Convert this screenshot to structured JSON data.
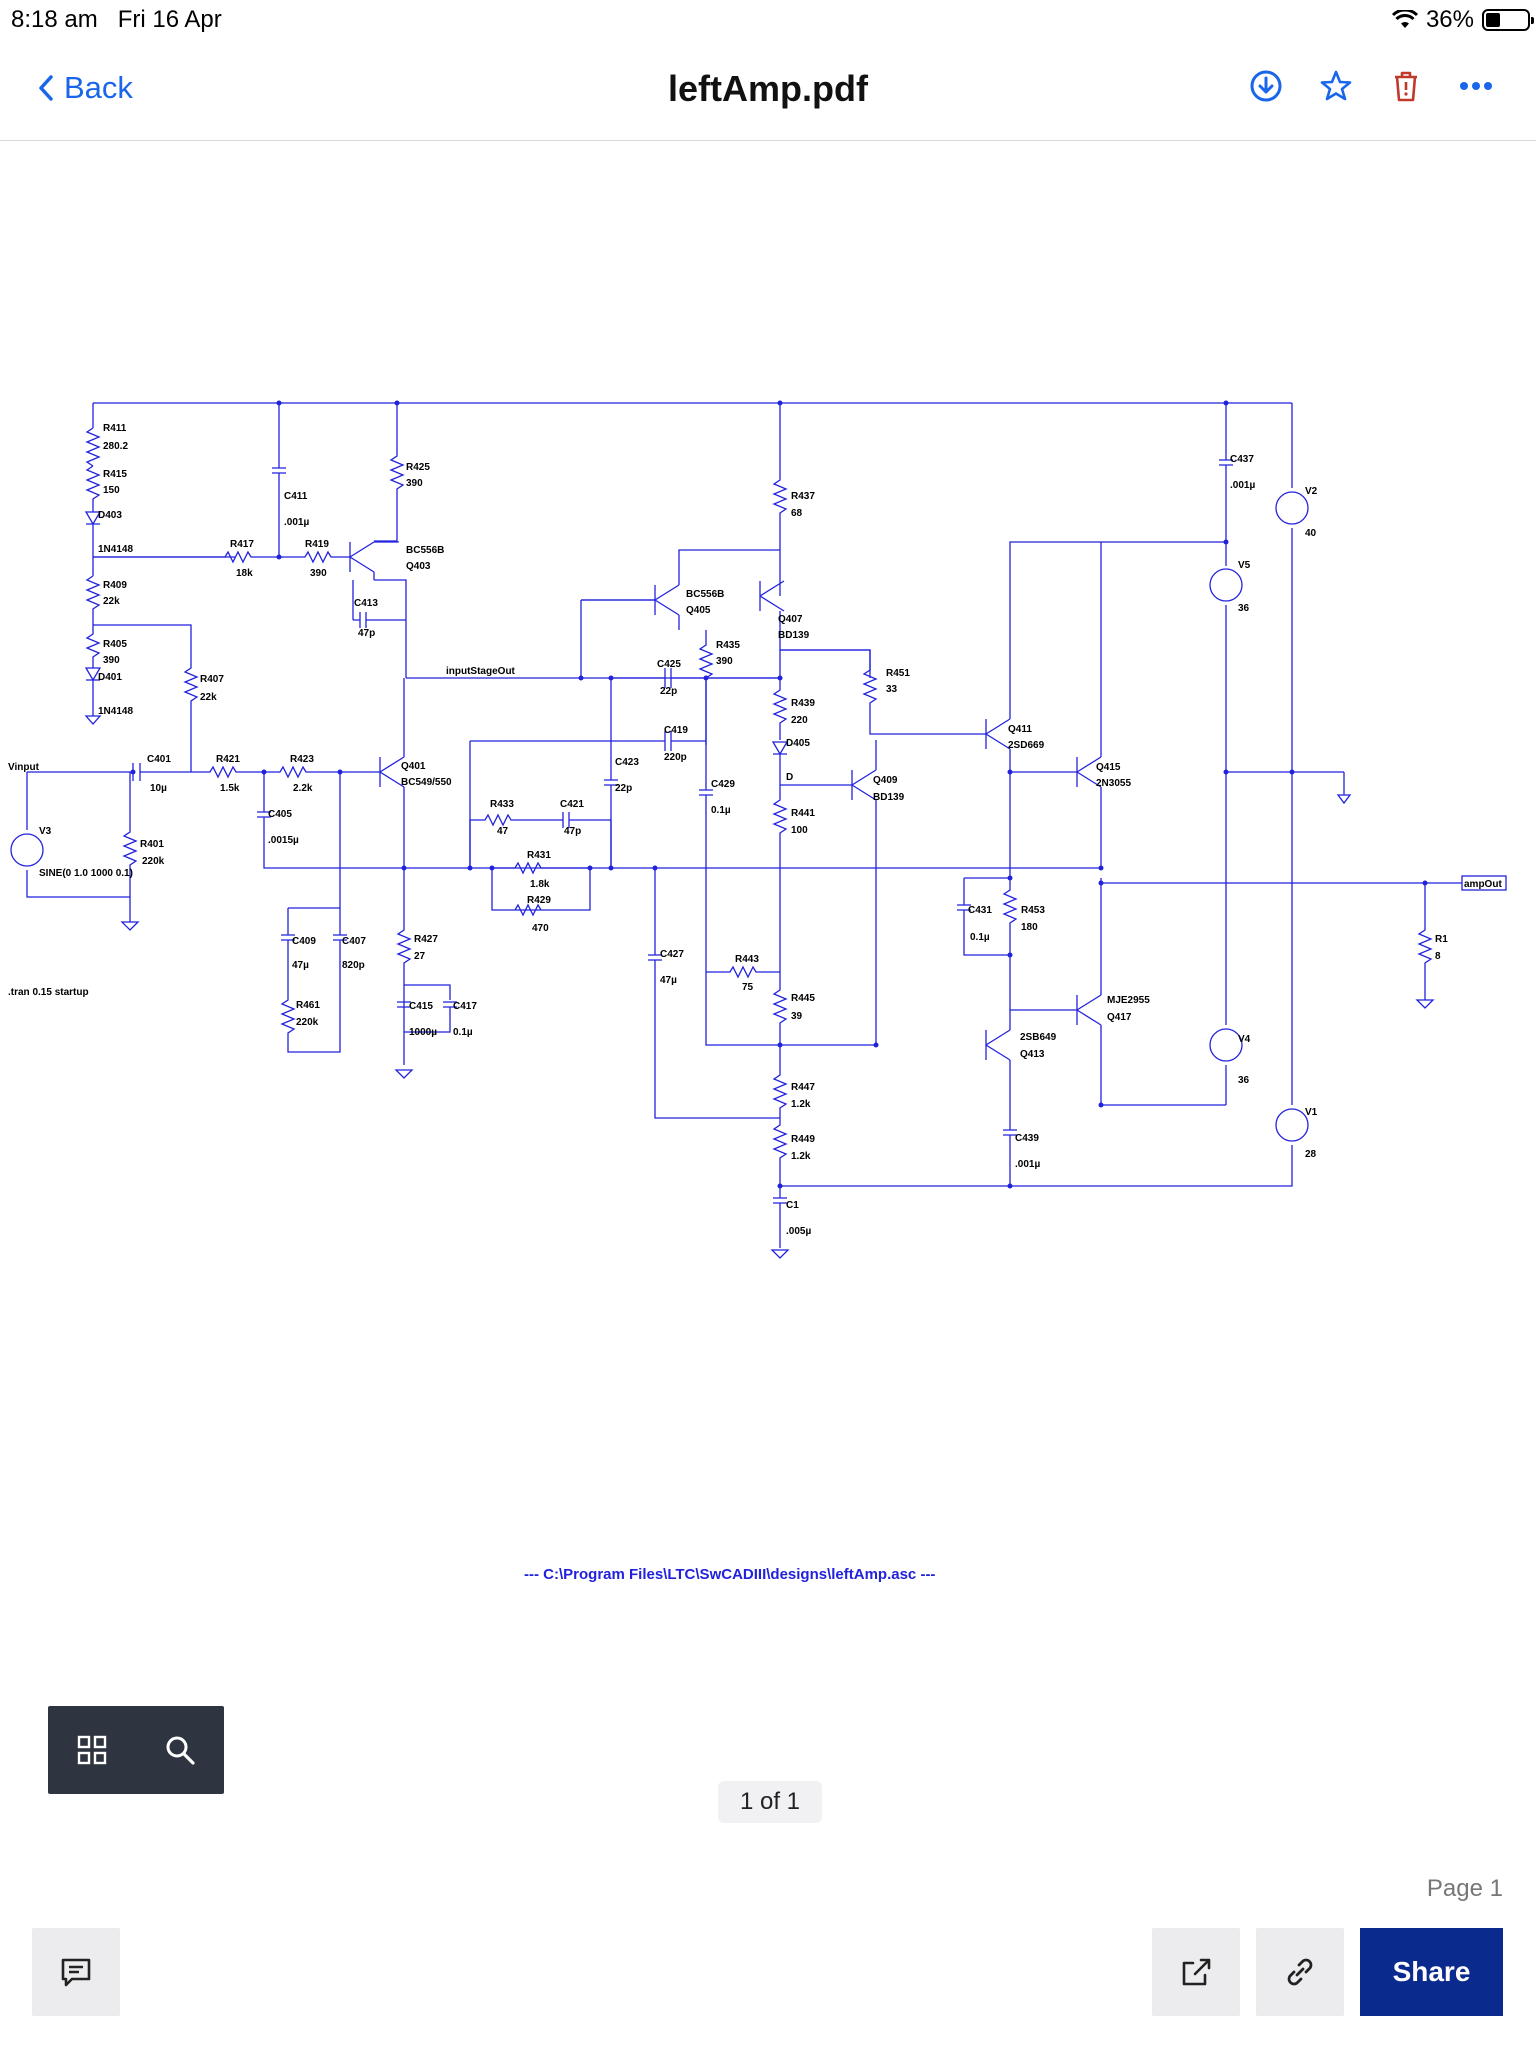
{
  "status_bar": {
    "time": "8:18 am",
    "date": "Fri 16 Apr",
    "battery": "36%",
    "battery_level": 0.36
  },
  "nav": {
    "back_label": "Back",
    "title": "leftAmp.pdf",
    "icons": [
      "download-icon",
      "star-icon",
      "trash-icon",
      "more-icon"
    ]
  },
  "schematic": {
    "labels": {
      "R411": "R411",
      "R411v": "280.2",
      "R415": "R415",
      "R415v": "150",
      "D403": "D403",
      "D403v": "1N4148",
      "R409": "R409",
      "R409v": "22k",
      "R405": "R405",
      "R405v": "390",
      "D401": "D401",
      "D401v": "1N4148",
      "R417": "R417",
      "R417v": "18k",
      "R419": "R419",
      "R419v": "390",
      "C411": "C411",
      "C411v": ".001µ",
      "R425": "R425",
      "R425v": "390",
      "Q403": "BC556B",
      "Q403n": "Q403",
      "C413": "C413",
      "C413v": "47p",
      "R407": "R407",
      "R407v": "22k",
      "Vinput": "Vinput",
      "C401": "C401",
      "C401v": "10µ",
      "R421": "R421",
      "R421v": "1.5k",
      "R423": "R423",
      "R423v": "2.2k",
      "Q401": "Q401",
      "Q401v": "BC549/550",
      "C405": "C405",
      "C405v": ".0015µ",
      "V3": "V3",
      "R401": "R401",
      "R401v": "220k",
      "V3v": "SINE(0 1.0 1000 0.1)",
      "tran": ".tran 0.15 startup",
      "C409": "C409",
      "C409v": "47µ",
      "C407": "C407",
      "C407v": "820p",
      "R461": "R461",
      "R461v": "220k",
      "R427": "R427",
      "R427v": "27",
      "C415": "C415",
      "C415v": "1000µ",
      "C417": "C417",
      "C417v": "0.1µ",
      "inputStageOut": "inputStageOut",
      "R433": "R433",
      "R433v": "47",
      "C421": "C421",
      "C421v": "47p",
      "R431": "R431",
      "R431v": "1.8k",
      "R429": "R429",
      "R429v": "470",
      "C423": "C423",
      "C423v": "22p",
      "Q405": "BC556B",
      "Q405n": "Q405",
      "C425": "C425",
      "C425v": "22p",
      "R435": "R435",
      "R435v": "390",
      "C419": "C419",
      "C419v": "220p",
      "C429": "C429",
      "C429v": "0.1µ",
      "C427": "C427",
      "C427v": "47µ",
      "R443": "R443",
      "R443v": "75",
      "R437": "R437",
      "R437v": "68",
      "Q407": "Q407",
      "Q407v": "BD139",
      "R439": "R439",
      "R439v": "220",
      "D405": "D405",
      "D405v": "D",
      "R441": "R441",
      "R441v": "100",
      "R445": "R445",
      "R445v": "39",
      "R447": "R447",
      "R447v": "1.2k",
      "R449": "R449",
      "R449v": "1.2k",
      "C1": "C1",
      "C1v": ".005µ",
      "R451": "R451",
      "R451v": "33",
      "Q409": "Q409",
      "Q409v": "BD139",
      "Q411": "Q411",
      "Q411v": "2SD669",
      "Q415": "Q415",
      "Q415v": "2N3055",
      "C431": "C431",
      "C431v": "0.1µ",
      "R453": "R453",
      "R453v": "180",
      "Q413": "2SB649",
      "Q413n": "Q413",
      "Q417": "MJE2955",
      "Q417n": "Q417",
      "C439": "C439",
      "C439v": ".001µ",
      "C437": "C437",
      "C437v": ".001µ",
      "V5": "V5",
      "V5v": "36",
      "V4": "V4",
      "V4v": "36",
      "V2": "V2",
      "V2v": "40",
      "V1": "V1",
      "V1v": "28",
      "R1": "R1",
      "R1v": "8",
      "ampOut": "ampOut"
    },
    "footer_path": "---  C:\\Program Files\\LTC\\SwCADIII\\designs\\leftAmp.asc  ---"
  },
  "viewer": {
    "page_indicator": "1 of 1",
    "page_label": "Page 1",
    "share_label": "Share"
  },
  "colors": {
    "accent": "#1a66ea",
    "wire": "#2222dd",
    "share_bg": "#0b2a8e",
    "trash": "#c0392b"
  }
}
